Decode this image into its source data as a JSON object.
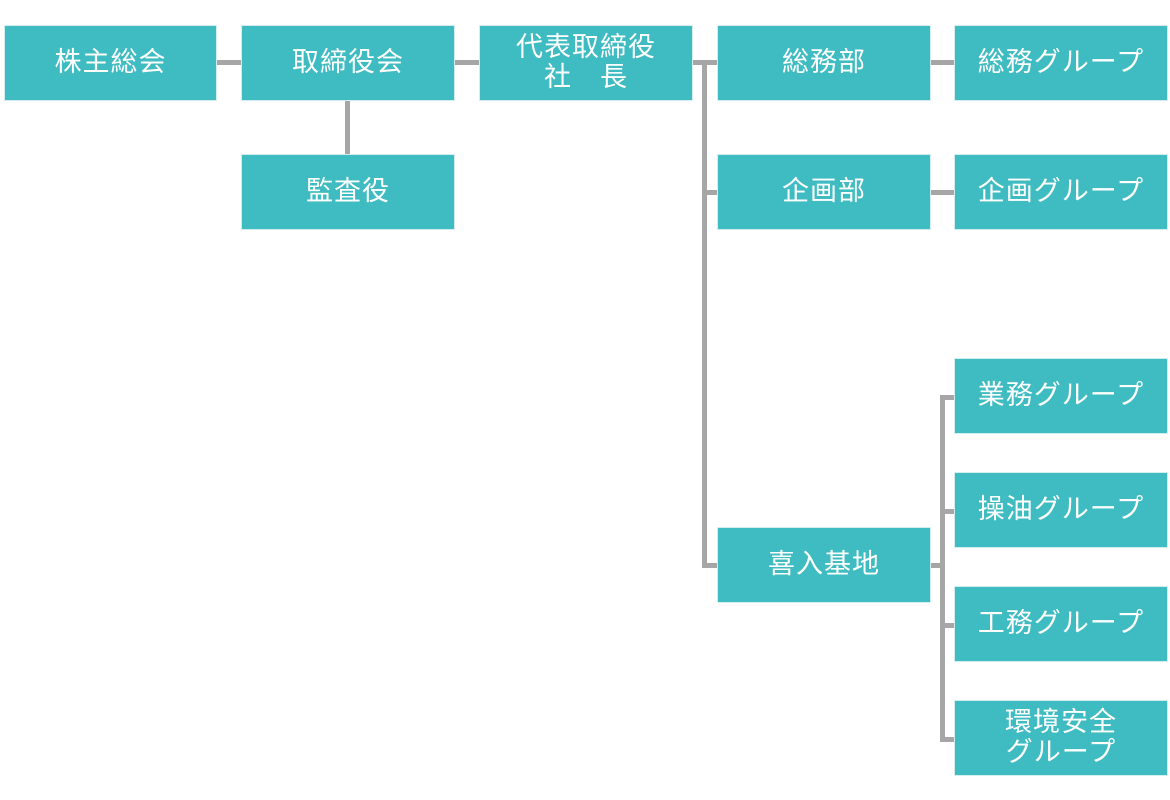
{
  "org_chart": {
    "colors": {
      "box_fill": "#3fbcc2",
      "box_text": "#ffffff",
      "connector": "#a6a6a6"
    },
    "nodes": {
      "shareholders_meeting": {
        "label": "株主総会"
      },
      "board_of_directors": {
        "label": "取締役会"
      },
      "auditor": {
        "label": "監査役"
      },
      "president": {
        "label_line1": "代表取締役",
        "label_line2": "社　長"
      },
      "general_affairs_dept": {
        "label": "総務部"
      },
      "planning_dept": {
        "label": "企画部"
      },
      "kiire_base": {
        "label": "喜入基地"
      },
      "general_affairs_group": {
        "label": "総務グループ"
      },
      "planning_group": {
        "label": "企画グループ"
      },
      "operations_group": {
        "label": "業務グループ"
      },
      "oil_handling_group": {
        "label": "操油グループ"
      },
      "engineering_group": {
        "label": "工務グループ"
      },
      "environment_safety_group": {
        "label_line1": "環境安全",
        "label_line2": "グループ"
      }
    }
  }
}
